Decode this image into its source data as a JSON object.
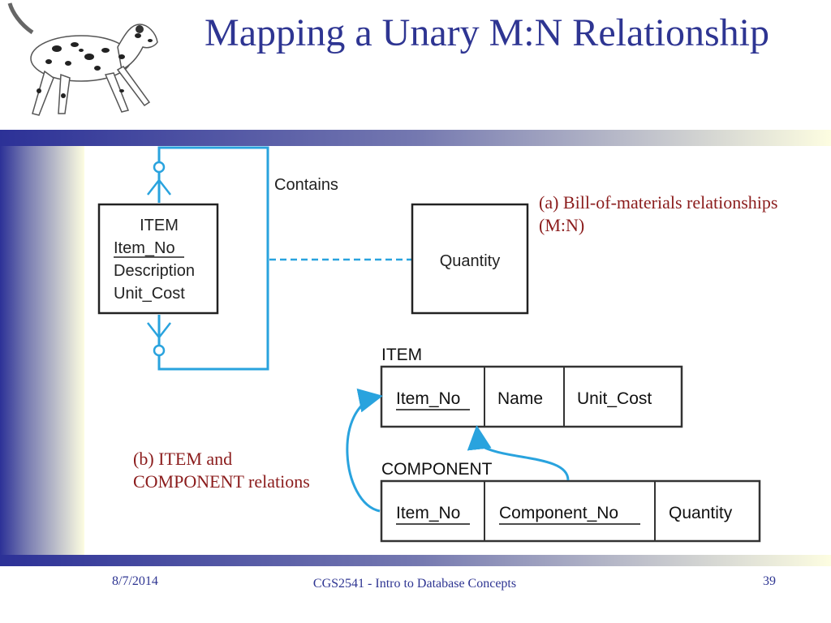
{
  "title": "Mapping a Unary M:N Relationship",
  "erd": {
    "entity_name": "ITEM",
    "attributes": [
      "Item_No",
      "Description",
      "Unit_Cost"
    ],
    "relationship_name": "Contains",
    "associative_attribute": "Quantity"
  },
  "relations": {
    "item": {
      "name": "ITEM",
      "columns": [
        "Item_No",
        "Name",
        "Unit_Cost"
      ]
    },
    "component": {
      "name": "COMPONENT",
      "columns": [
        "Item_No",
        "Component_No",
        "Quantity"
      ]
    }
  },
  "captions": {
    "a": "(a) Bill-of-materials relationships (M:N)",
    "b": "(b) ITEM and COMPONENT relations"
  },
  "footer": {
    "date": "8/7/2014",
    "course": "CGS2541 - Intro to Database Concepts",
    "page": "39"
  },
  "colors": {
    "title": "#2e3592",
    "caption": "#8b1c1c",
    "connector": "#29a3de",
    "band_dark": "#2c3197",
    "band_light": "#fdfde1"
  },
  "icons": [
    "dalmatian-dog-logo"
  ]
}
